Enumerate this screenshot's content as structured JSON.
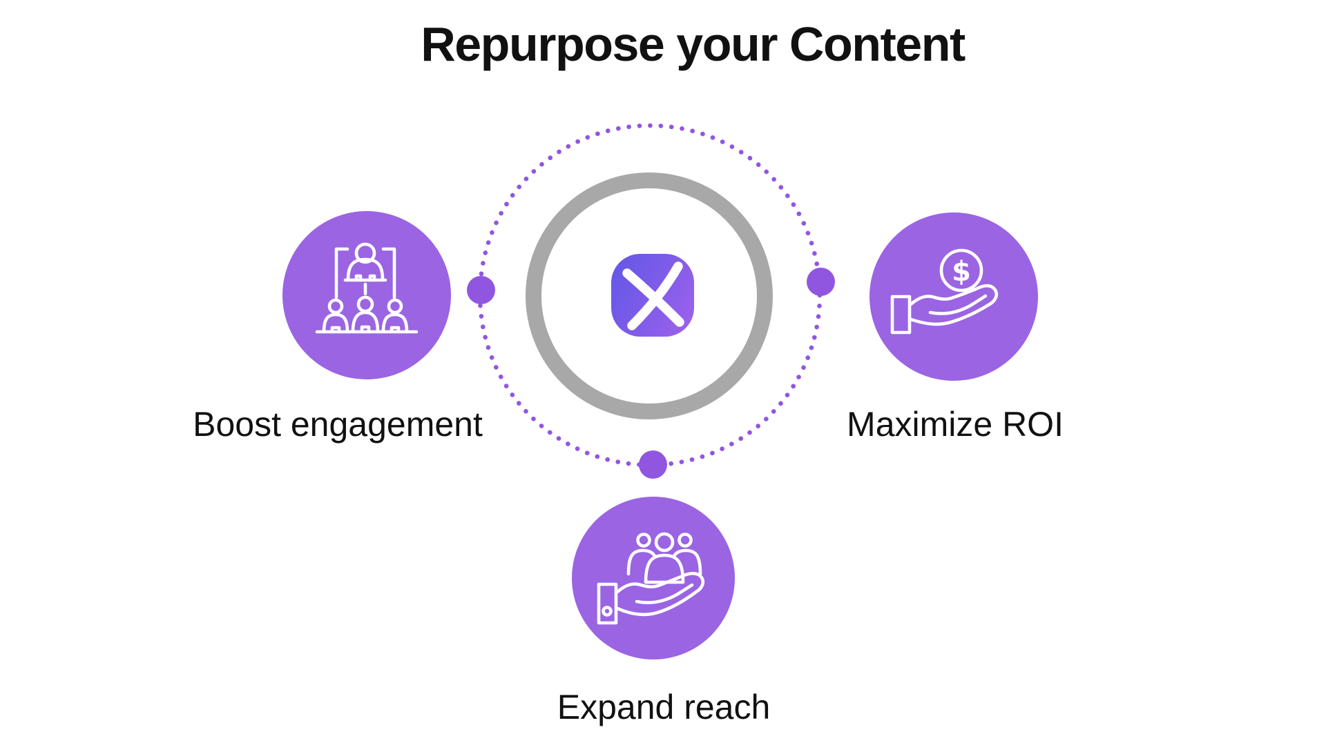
{
  "title": "Repurpose your Content",
  "center": {
    "icon": "x-logo"
  },
  "nodes": [
    {
      "id": "boost-engagement",
      "label": "Boost engagement",
      "icon": "presentation-audience",
      "position": "left"
    },
    {
      "id": "maximize-roi",
      "label": "Maximize ROI",
      "icon": "hand-dollar-coin",
      "position": "right"
    },
    {
      "id": "expand-reach",
      "label": "Expand reach",
      "icon": "hand-holding-people",
      "position": "bottom"
    }
  ],
  "coin_symbol": "$",
  "colors": {
    "background": "#ffffff",
    "text": "#111111",
    "node_fill": "#9b64e3",
    "orbit_dot": "#9156e0",
    "ring_gray": "#a8a8a8",
    "logo_gradient_start": "#6257e6",
    "logo_gradient_mid": "#7d5ce9",
    "logo_gradient_end": "#a062ec",
    "icon_stroke": "#ffffff"
  }
}
